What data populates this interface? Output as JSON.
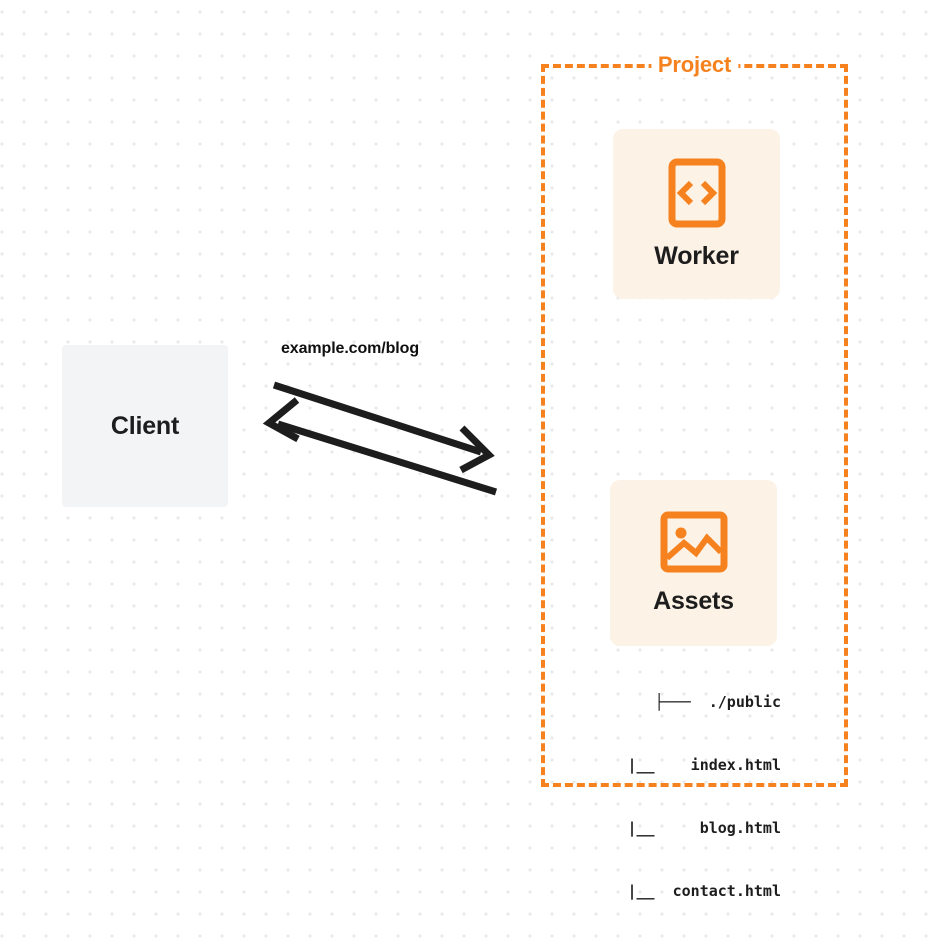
{
  "diagram": {
    "type": "architecture-flow",
    "colors": {
      "accent_orange": "#f6821f",
      "card_background": "#fdf2e6",
      "client_background": "#f3f4f6",
      "text_dark": "#1d1d1d",
      "canvas_background": "#ffffff",
      "grid_dot": "#e9e9ec"
    },
    "client": {
      "label": "Client"
    },
    "connection": {
      "label": "example.com/blog",
      "request_direction": "client-to-project",
      "response_direction": "project-to-client"
    },
    "project": {
      "title": "Project",
      "border_style": "dashed",
      "nodes": [
        {
          "id": "worker",
          "label": "Worker",
          "icon": "code-file-icon"
        },
        {
          "id": "assets",
          "label": "Assets",
          "icon": "image-icon"
        }
      ],
      "file_tree": {
        "lines": [
          "├───  ./public",
          "|__    index.html",
          "|__     blog.html",
          "|__  contact.html"
        ],
        "root": "./public",
        "files": [
          "index.html",
          "blog.html",
          "contact.html"
        ]
      }
    }
  }
}
